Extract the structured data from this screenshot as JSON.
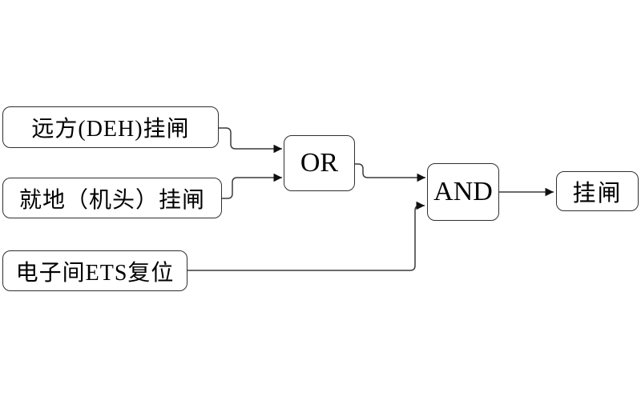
{
  "diagram": {
    "type": "logic-flow",
    "nodes": {
      "remote": {
        "id": "remote",
        "label": "远方(DEH)挂闸",
        "kind": "input"
      },
      "local": {
        "id": "local",
        "label": "就地（机头）挂闸",
        "kind": "input"
      },
      "ets": {
        "id": "ets",
        "label": "电子间ETS复位",
        "kind": "input"
      },
      "or": {
        "id": "or",
        "label": "OR",
        "kind": "gate"
      },
      "and": {
        "id": "and",
        "label": "AND",
        "kind": "gate"
      },
      "output": {
        "id": "output",
        "label": "挂闸",
        "kind": "output"
      }
    },
    "edges": [
      {
        "from": "remote",
        "to": "or"
      },
      {
        "from": "local",
        "to": "or"
      },
      {
        "from": "or",
        "to": "and"
      },
      {
        "from": "ets",
        "to": "and"
      },
      {
        "from": "and",
        "to": "output"
      }
    ],
    "colors": {
      "background": "#ffffff",
      "node_border": "#2f2f2f",
      "edge_line": "#3a3a3a",
      "text": "#000000"
    }
  }
}
